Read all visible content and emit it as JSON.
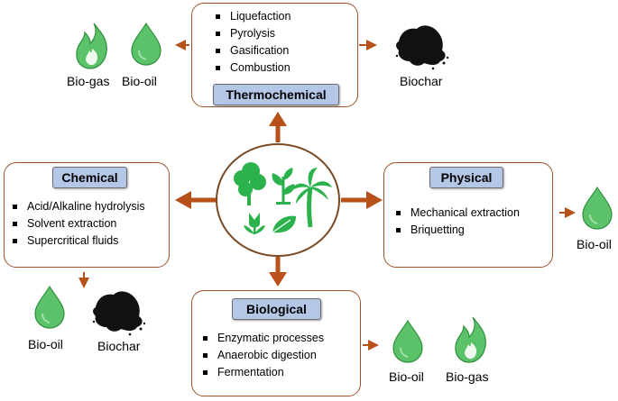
{
  "center": {
    "icon": "plants-icon"
  },
  "thermochemical": {
    "title": "Thermochemical",
    "items": [
      "Liquefaction",
      "Pyrolysis",
      "Gasification",
      "Combustion"
    ],
    "outputs": [
      "Bio-gas",
      "Bio-oil",
      "Biochar"
    ]
  },
  "chemical": {
    "title": "Chemical",
    "items": [
      "Acid/Alkaline hydrolysis",
      "Solvent extraction",
      "Supercritical fluids"
    ],
    "outputs": [
      "Bio-oil",
      "Biochar"
    ]
  },
  "physical": {
    "title": "Physical",
    "items": [
      "Mechanical extraction",
      "Briquetting"
    ],
    "outputs": [
      "Bio-oil"
    ]
  },
  "biological": {
    "title": "Biological",
    "items": [
      "Enzymatic processes",
      "Anaerobic digestion",
      "Fermentation"
    ],
    "outputs": [
      "Bio-oil",
      "Bio-gas"
    ]
  },
  "colors": {
    "arrow": "#b8501a",
    "border": "#a0522d",
    "tag": "#b4c7e7",
    "drop": "#5cc26a",
    "flame": "#5cc26a",
    "char": "#111111"
  }
}
